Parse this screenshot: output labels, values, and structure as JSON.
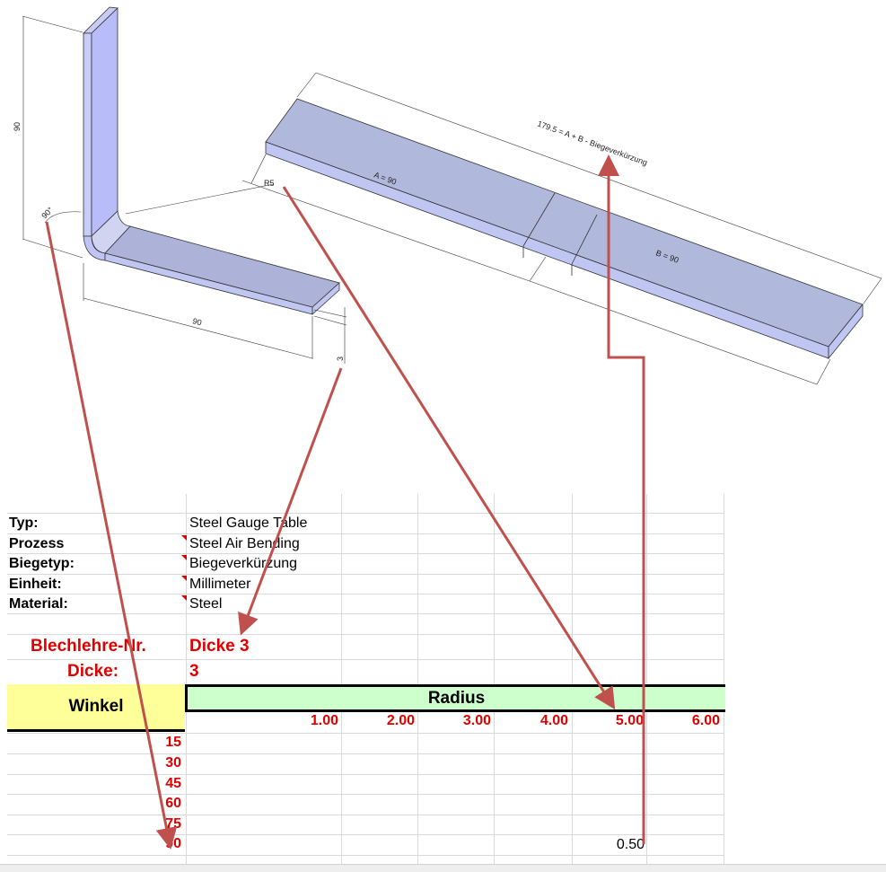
{
  "drawing": {
    "bent_part": {
      "height_label": "90",
      "length_label": "90",
      "angle_label": "90°",
      "radius_label": "R5",
      "thickness_label": "3"
    },
    "flat_part": {
      "total_label": "179.5 = A + B - Biegeverkürzung",
      "a_label": "A = 90",
      "b_label": "B = 90"
    },
    "part_color": "#b0b8dc",
    "arrow_color": "#c0504d"
  },
  "sheet": {
    "info": [
      {
        "label": "Typ:",
        "value": "Steel Gauge Table",
        "comment": false
      },
      {
        "label": "Prozess",
        "value": "Steel Air Bending",
        "comment": true
      },
      {
        "label": "Biegetyp:",
        "value": "Biegeverkürzung",
        "comment": true
      },
      {
        "label": "Einheit:",
        "value": "Millimeter",
        "comment": true
      },
      {
        "label": "Material:",
        "value": "Steel",
        "comment": true
      }
    ],
    "gauge_label": "Blechlehre-Nr.",
    "gauge_value": "Dicke 3",
    "thickness_label": "Dicke:",
    "thickness_value": "3",
    "angle_header": "Winkel",
    "radius_header": "Radius",
    "radii": [
      "1.00",
      "2.00",
      "3.00",
      "4.00",
      "5.00",
      "6.00"
    ],
    "angles": [
      "15",
      "30",
      "45",
      "60",
      "75",
      "90"
    ],
    "value_90_r5": "0.50"
  }
}
